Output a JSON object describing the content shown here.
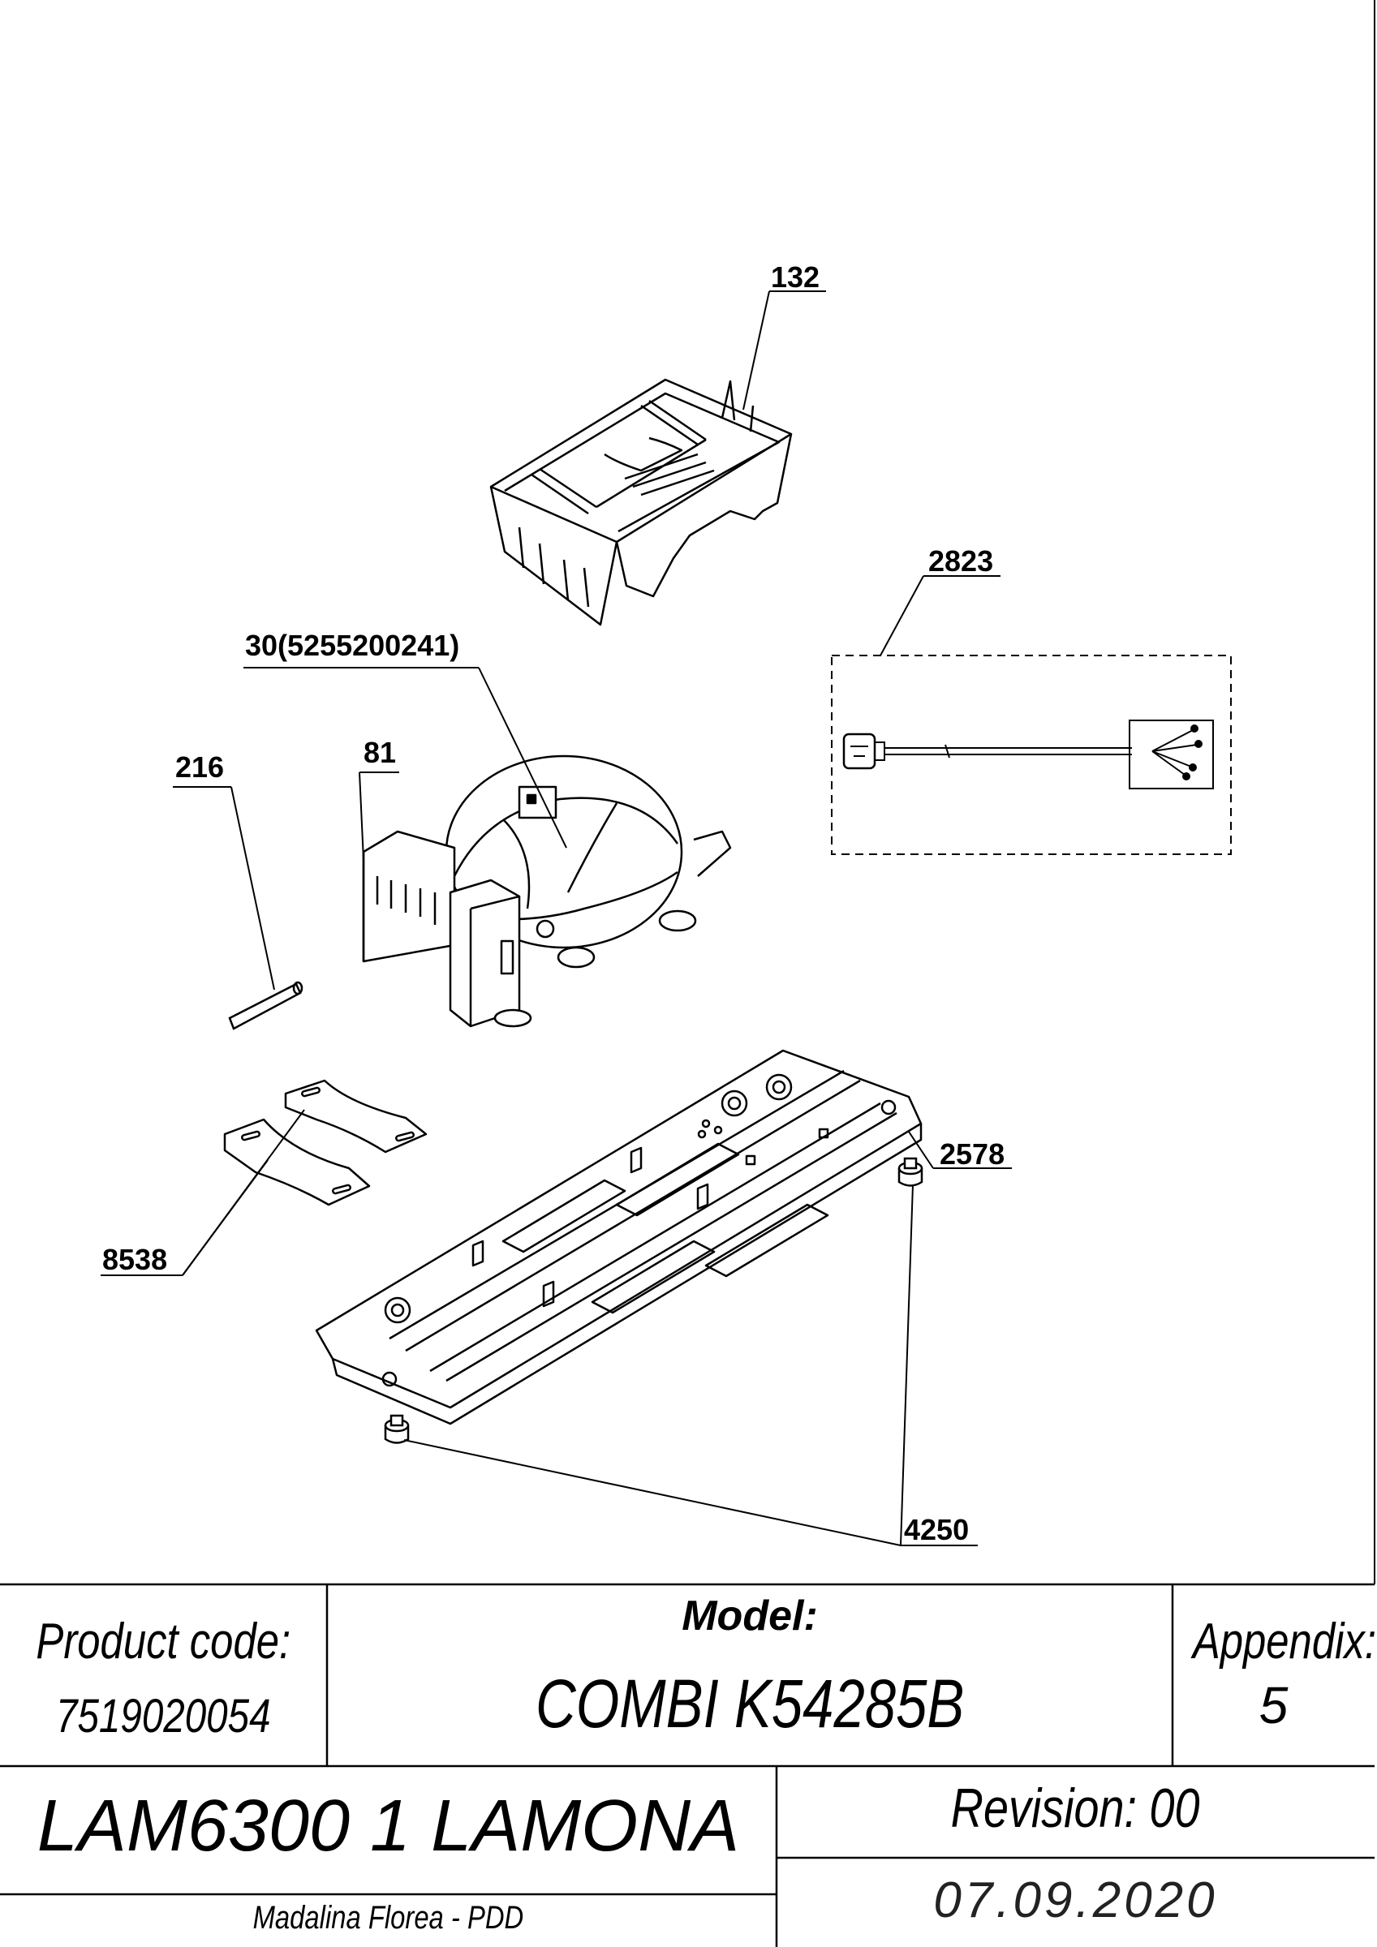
{
  "callouts": {
    "c132": "132",
    "c2823": "2823",
    "c30": "30(5255200241)",
    "c81": "81",
    "c216": "216",
    "c2578": "2578",
    "c8538": "8538",
    "c4250": "4250"
  },
  "title_block": {
    "product_code_label": "Product code:",
    "product_code": "7519020054",
    "model_label": "Model:",
    "model": "COMBI K54285B",
    "appendix_label": "Appendix:",
    "appendix": "5",
    "title": "LAM6300 1 LAMONA",
    "revision": "Revision: 00",
    "author": "Madalina Florea - PDD",
    "date": "07.09.2020"
  }
}
